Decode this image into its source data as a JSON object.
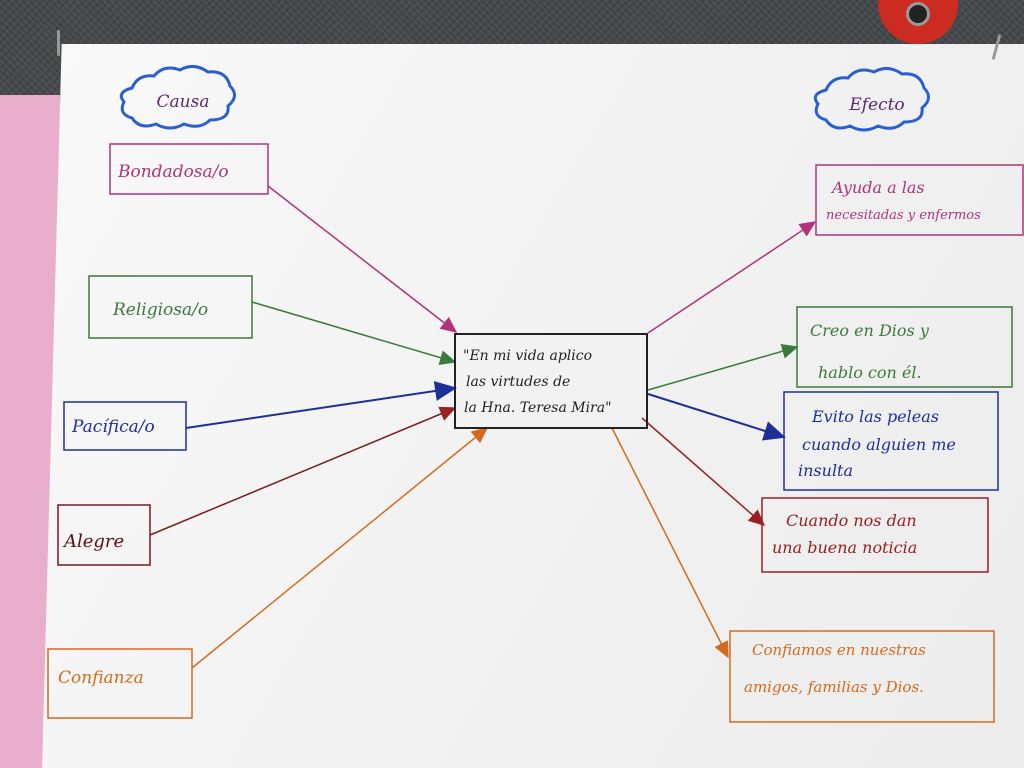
{
  "headers": {
    "cause": "Causa",
    "effect": "Efecto"
  },
  "center": {
    "line1": "\"En mi vida aplico",
    "line2": "las virtudes de",
    "line3": "la Hna. Teresa Mira\""
  },
  "causes": [
    {
      "label": "Bondadosa/o",
      "color": "#b2337a"
    },
    {
      "label": "Religiosa/o",
      "color": "#3a7a3a"
    },
    {
      "label": "Pacífica/o",
      "color": "#1f2f9a"
    },
    {
      "label": "Alegre",
      "color": "#7a1a22"
    },
    {
      "label": "Confianza",
      "color": "#d66a1c"
    }
  ],
  "effects": [
    {
      "line1": "Ayuda a las",
      "line2": "necesitadas y enfermos",
      "color": "#b2337a"
    },
    {
      "line1": "Creo en Dios y",
      "line2": "hablo con él.",
      "color": "#3a7a3a"
    },
    {
      "line1": "Evito las peleas",
      "line2": "cuando alguien me",
      "line3": "insulta",
      "color": "#1f2f9a"
    },
    {
      "line1": "Cuando nos dan",
      "line2": "una buena noticia",
      "color": "#9a1f22"
    },
    {
      "line1": "Confiamos en nuestras",
      "line2": "amigos, familias y Dios.",
      "color": "#d66a1c"
    }
  ],
  "colors": {
    "header_blue": "#2a5fcf",
    "header_text": "#5a2a6a",
    "center_border": "#222222"
  }
}
